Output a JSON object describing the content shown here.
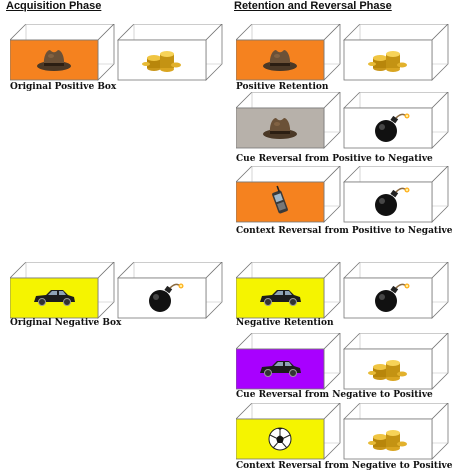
{
  "headings": {
    "acquisition": "Acquisition Phase",
    "retention": "Retention and Reversal Phase"
  },
  "colors": {
    "orange": "#f5821f",
    "yellow": "#f5f400",
    "gray": "#b7b1aa",
    "purple": "#a800ff",
    "white": "#ffffff"
  },
  "pairs": [
    {
      "id": "original-positive-box",
      "caption": "Original Positive Box",
      "context": "orange",
      "cue": "hat-icon",
      "outcome": "coins-icon"
    },
    {
      "id": "positive-retention",
      "caption": "Positive Retention",
      "context": "orange",
      "cue": "hat-icon",
      "outcome": "coins-icon"
    },
    {
      "id": "cue-reversal-pos-to-neg",
      "caption": "Cue Reversal from Positive to Negative",
      "context": "gray",
      "cue": "hat-icon",
      "outcome": "bomb-icon"
    },
    {
      "id": "context-reversal-pos-to-neg",
      "caption": "Context Reversal from Positive to Negative",
      "context": "orange",
      "cue": "phone-icon",
      "outcome": "bomb-icon"
    },
    {
      "id": "original-negative-box",
      "caption": "Original Negative Box",
      "context": "yellow",
      "cue": "car-icon",
      "outcome": "bomb-icon"
    },
    {
      "id": "negative-retention",
      "caption": "Negative Retention",
      "context": "yellow",
      "cue": "car-icon",
      "outcome": "bomb-icon"
    },
    {
      "id": "cue-reversal-neg-to-pos",
      "caption": "Cue Reversal from Negative to Positive",
      "context": "purple",
      "cue": "car-icon",
      "outcome": "coins-icon"
    },
    {
      "id": "context-reversal-neg-to-pos",
      "caption": "Context Reversal from Negative to Positive",
      "context": "yellow",
      "cue": "ball-icon",
      "outcome": "coins-icon"
    }
  ]
}
